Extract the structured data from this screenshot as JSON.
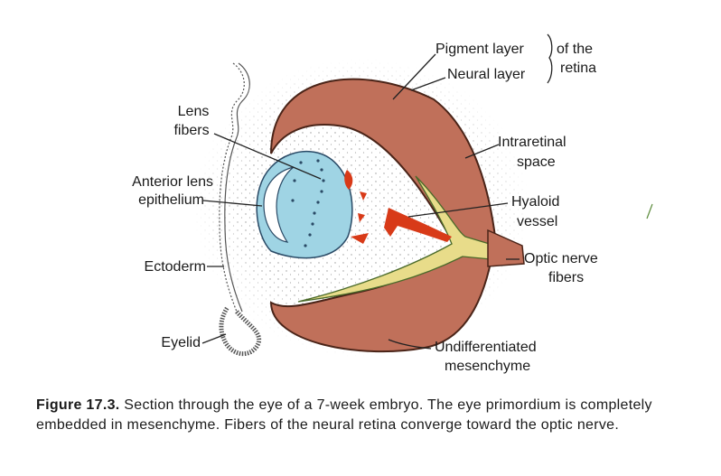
{
  "labels": {
    "pigment_layer": "Pigment layer",
    "neural_layer": "Neural layer",
    "of_the": "of the",
    "retina": "retina",
    "lens_1": "Lens",
    "lens_2": "fibers",
    "anterior_1": "Anterior lens",
    "anterior_2": "epithelium",
    "intraretinal_1": "Intraretinal",
    "intraretinal_2": "space",
    "hyaloid_1": "Hyaloid",
    "hyaloid_2": "vessel",
    "ectoderm": "Ectoderm",
    "optic_1": "Optic nerve",
    "optic_2": "fibers",
    "eyelid": "Eyelid",
    "undiff_1": "Undifferentiated",
    "undiff_2": "mesenchyme"
  },
  "caption": {
    "figure_number": "Figure 17.3.",
    "text": "Section through the eye of a 7-week embryo. The eye primordium is completely embedded in mesenchyme. Fibers of the neural retina converge toward the optic nerve."
  },
  "colors": {
    "retina": "#c0705a",
    "retina_edge": "#4a2418",
    "lens": "#9fd4e4",
    "vessel": "#d83a18",
    "nerve": "#e8dc8a"
  }
}
